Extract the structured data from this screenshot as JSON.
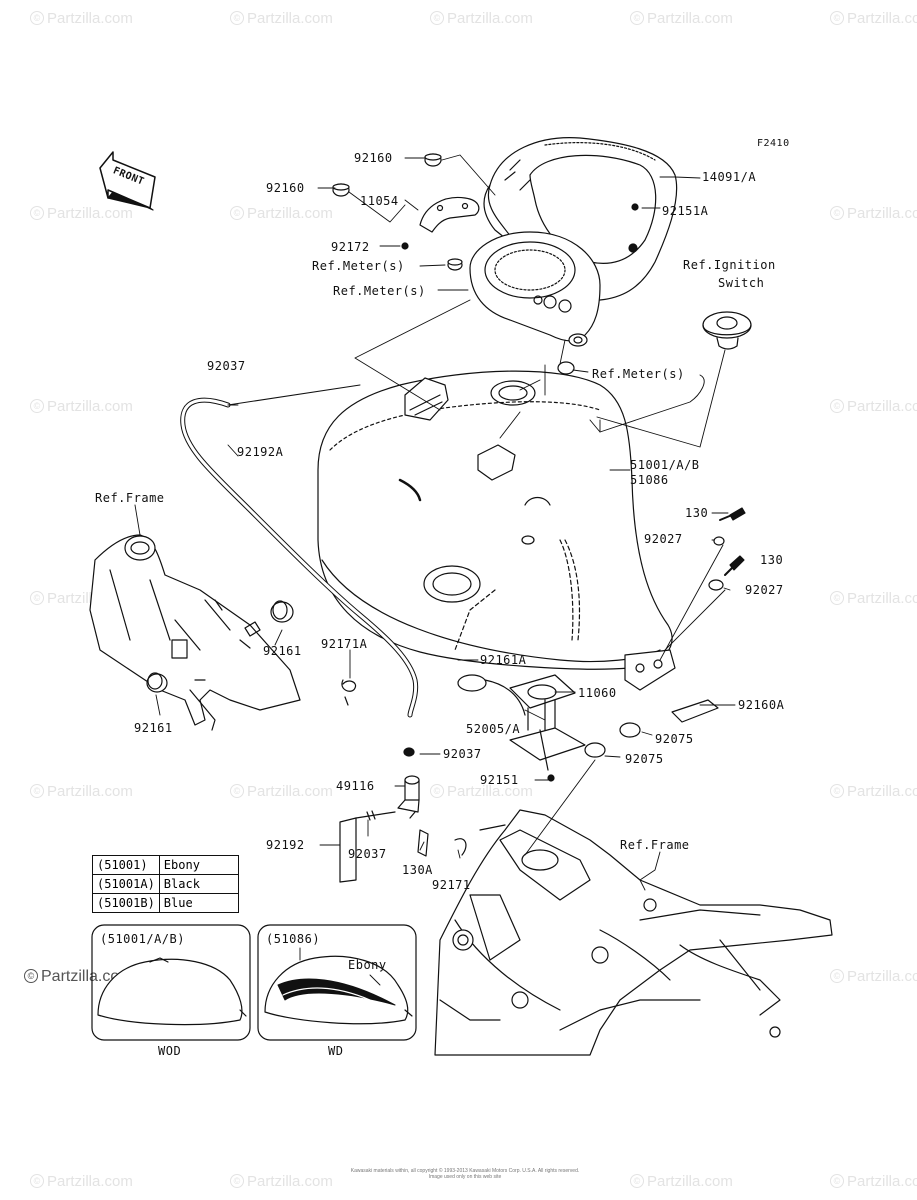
{
  "figure_code": "F2410",
  "front_arrow": "FRONT",
  "watermark": "Partzilla.com",
  "callouts": {
    "p92160_top": "92160",
    "p92160_left": "92160",
    "p14091A": "14091/A",
    "p11054": "11054",
    "p92151A": "92151A",
    "p92172": "92172",
    "ref_meter_1": "Ref.Meter(s)",
    "ref_meter_2": "Ref.Meter(s)",
    "ref_ignition_1": "Ref.Ignition",
    "ref_ignition_2": "Switch",
    "ref_meter_3": "Ref.Meter(s)",
    "p92037_top": "92037",
    "p92192A": "92192A",
    "p51001": "51001/A/B",
    "p51086": "51086",
    "ref_frame_left": "Ref.Frame",
    "p130_1": "130",
    "p92027_1": "92027",
    "p130_2": "130",
    "p92027_2": "92027",
    "p92161_1": "92161",
    "p92171A": "92171A",
    "p92161_2": "92161",
    "p92161A": "92161A",
    "p11060": "11060",
    "p92160A": "92160A",
    "p52005A": "52005/A",
    "p92075_1": "92075",
    "p92075_2": "92075",
    "p92037_mid": "92037",
    "p92151": "92151",
    "p49116": "49116",
    "p92192": "92192",
    "p92037_low": "92037",
    "p130A": "130A",
    "p92171": "92171",
    "ref_frame_right": "Ref.Frame"
  },
  "color_table": [
    {
      "code": "(51001)",
      "color": "Ebony"
    },
    {
      "code": "(51001A)",
      "color": "Black"
    },
    {
      "code": "(51001B)",
      "color": "Blue"
    }
  ],
  "variants": {
    "left_title": "(51001/A/B)",
    "left_caption": "WOD",
    "right_title": "(51086)",
    "right_label": "Ebony",
    "right_caption": "WD"
  },
  "copyright": "Kawasaki materials within, all copyright © 1993-2013 Kawasaki Motors Corp. U.S.A. All rights reserved. Image used only on this web site"
}
